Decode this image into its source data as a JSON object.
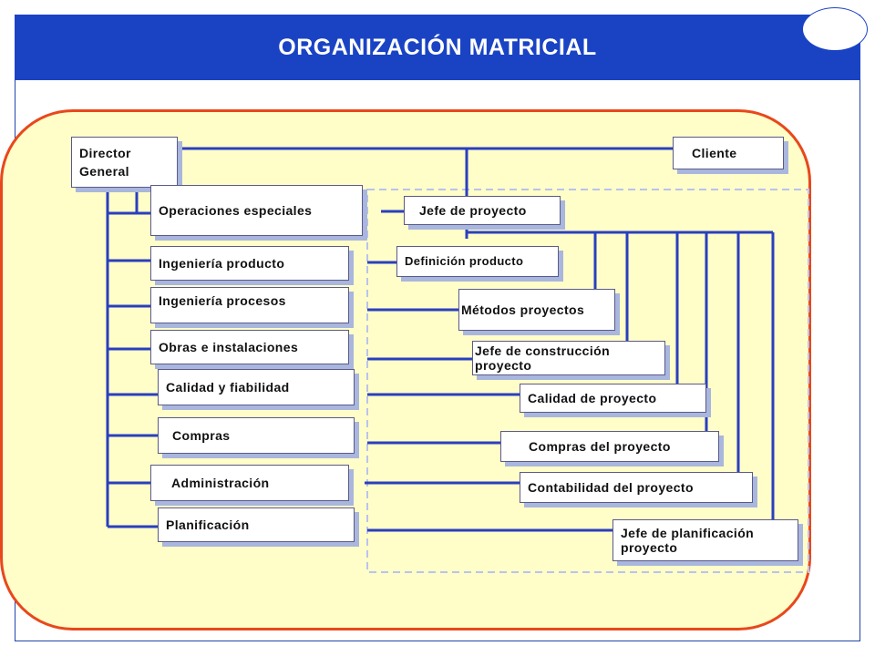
{
  "title": "ORGANIZACIÓN MATRICIAL",
  "colors": {
    "header": "#1a43c4",
    "panel_fill": "#fffdc8",
    "panel_border": "#e8481c",
    "connector": "#2a3fbf",
    "box_shadow": "#a9b6dd"
  },
  "nodes": {
    "director": "Director General",
    "cliente": "Cliente",
    "operaciones": "Operaciones especiales",
    "jefe_proyecto": "Jefe de proyecto",
    "ing_producto": "Ingeniería producto",
    "definicion": "Definición producto",
    "ing_procesos": "Ingeniería procesos",
    "metodos": "Métodos proyectos",
    "obras": "Obras e instalaciones",
    "jefe_construccion": "Jefe de construcción proyecto",
    "calidad": "Calidad y fiabilidad",
    "calidad_proyecto": "Calidad de proyecto",
    "compras": "Compras",
    "compras_proyecto": "Compras del proyecto",
    "administracion": "Administración",
    "contabilidad": "Contabilidad del proyecto",
    "planificacion": "Planificación",
    "jefe_planificacion": "Jefe de planificación proyecto"
  }
}
